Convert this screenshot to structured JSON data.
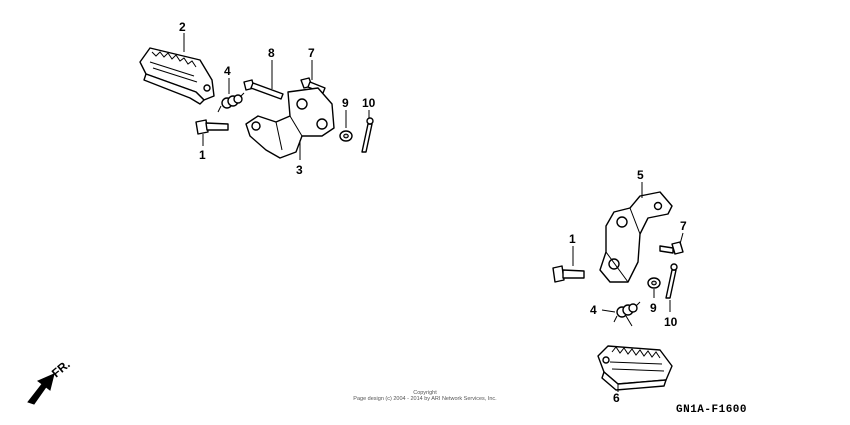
{
  "diagram": {
    "callouts_left": [
      "2",
      "4",
      "8",
      "7",
      "9",
      "10",
      "1",
      "3"
    ],
    "callouts_right": [
      "5",
      "7",
      "1",
      "9",
      "4",
      "10",
      "6"
    ],
    "front_indicator": "FR.",
    "copyright_line1": "Copyright",
    "copyright_line2": "Page design (c) 2004 - 2014 by ARI Network Services, Inc.",
    "diagram_code": "GN1A-F1600"
  }
}
